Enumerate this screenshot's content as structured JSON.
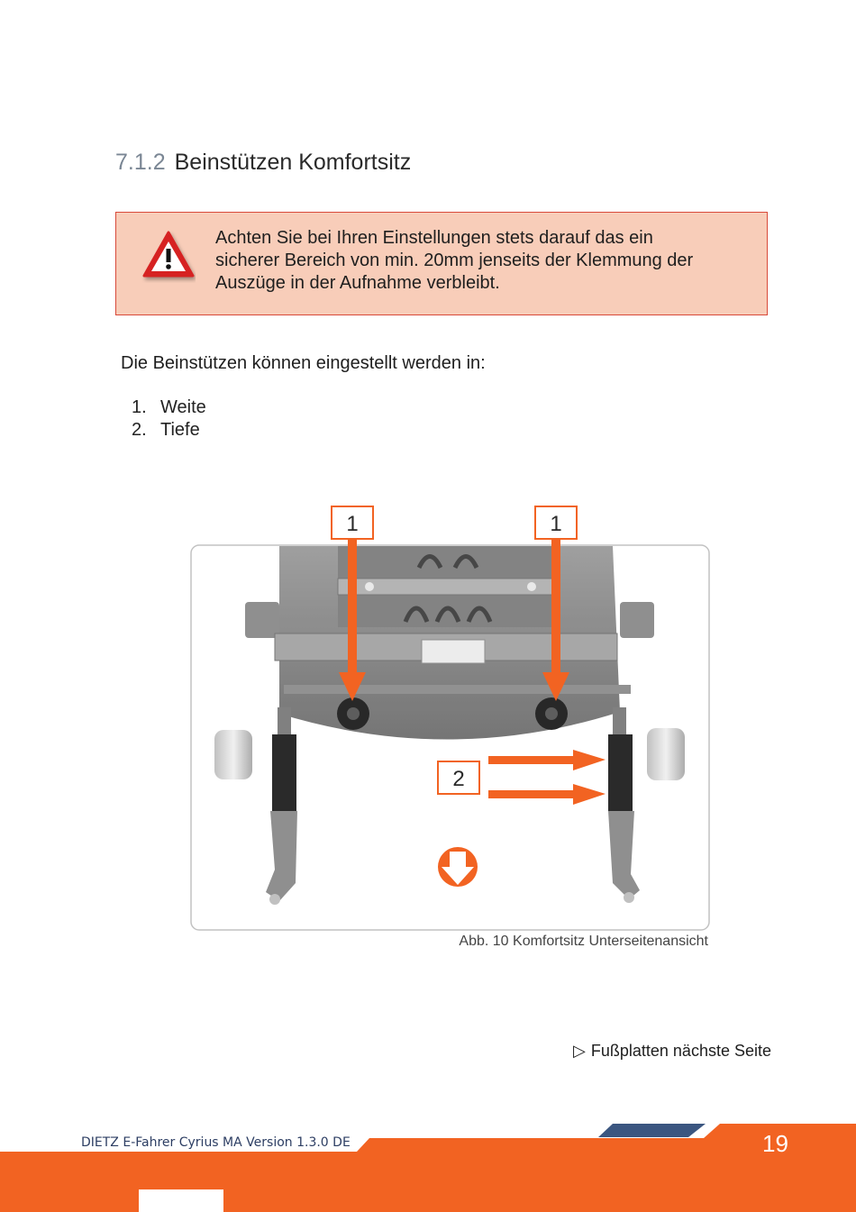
{
  "section": {
    "number": "7.1.2",
    "title": "Beinstützen Komfortsitz"
  },
  "warning": {
    "icon": "warning-triangle-icon",
    "lines": [
      "Achten Sie bei Ihren Einstellungen stets darauf das ein",
      "sicherer Bereich von min. 20mm jenseits der Klemmung der",
      "Auszüge in der Aufnahme verbleibt."
    ]
  },
  "intro": "Die Beinstützen können eingestellt werden in:",
  "list": [
    {
      "num": "1.",
      "text": "Weite"
    },
    {
      "num": "2.",
      "text": "Tiefe"
    }
  ],
  "figure": {
    "callouts": [
      "1",
      "1",
      "2"
    ],
    "caption": "Abb. 10 Komfortsitz Unterseitenansicht"
  },
  "next_page": {
    "icon": "triangle-right-icon",
    "text": "Fußplatten nächste Seite"
  },
  "footer": {
    "text": "DIETZ E-Fahrer Cyrius MA Version 1.3.0 DE",
    "page": "19"
  },
  "colors": {
    "accent": "#f26322",
    "navy": "#3b5680",
    "warning_bg": "#f8cdb9",
    "warning_border": "#d84a3a"
  }
}
